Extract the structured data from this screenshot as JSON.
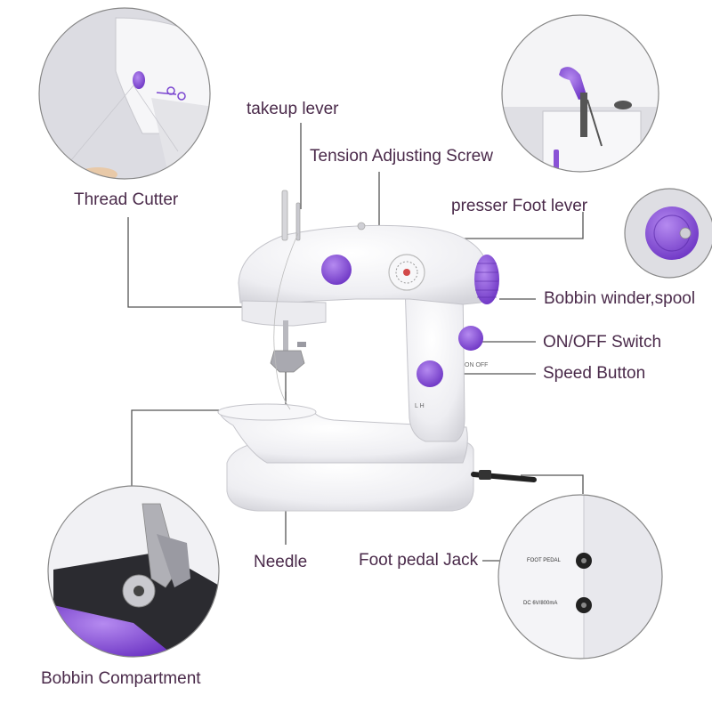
{
  "labels": {
    "takeup_lever": "takeup lever",
    "tension_screw": "Tension Adjusting Screw",
    "thread_cutter": "Thread Cutter",
    "presser_foot": "presser Foot lever",
    "bobbin_winder": "Bobbin winder,spool",
    "on_off": "ON/OFF Switch",
    "speed_button": "Speed Button",
    "needle": "Needle",
    "foot_pedal_jack": "Foot pedal Jack",
    "bobbin_compartment": "Bobbin Compartment"
  },
  "jack_panel": {
    "foot_pedal": "FOOT PEDAL",
    "dc_rating": "DC 6V/800mA"
  },
  "colors": {
    "accent": "#8a52d6",
    "body": "#f2f2f4",
    "leader": "#555555",
    "label_text": "#4a2a4a"
  }
}
